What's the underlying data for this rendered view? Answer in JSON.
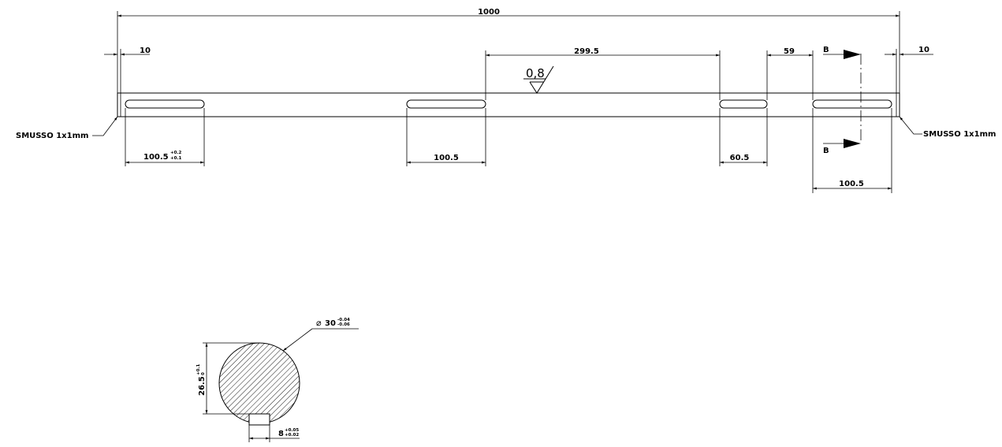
{
  "overall_length": "1000",
  "left_chamfer_offset": "10",
  "right_chamfer_offset": "10",
  "slot_spacing": "299.5",
  "slot_gap_right": "59",
  "roughness": "0,8",
  "section_letter_top": "B",
  "section_letter_bottom": "B",
  "chamfer_left": "SMUSSO 1x1mm",
  "chamfer_right": "SMUSSO 1x1mm",
  "slot1_length": {
    "nominal": "100.5",
    "tol_upper": "+0.2",
    "tol_lower": "+0.1"
  },
  "slot2_length": "100.5",
  "slot3_length": "60.5",
  "slot4_length": "100.5",
  "section": {
    "diameter": {
      "nominal": "30",
      "tol_upper": "-0.04",
      "tol_lower": "-0.06"
    },
    "depth": {
      "nominal": "26.5",
      "tol_upper": "+0.1",
      "tol_lower": "0"
    },
    "key_width": {
      "nominal": "8",
      "tol_upper": "+0.05",
      "tol_lower": "+0.02"
    }
  }
}
